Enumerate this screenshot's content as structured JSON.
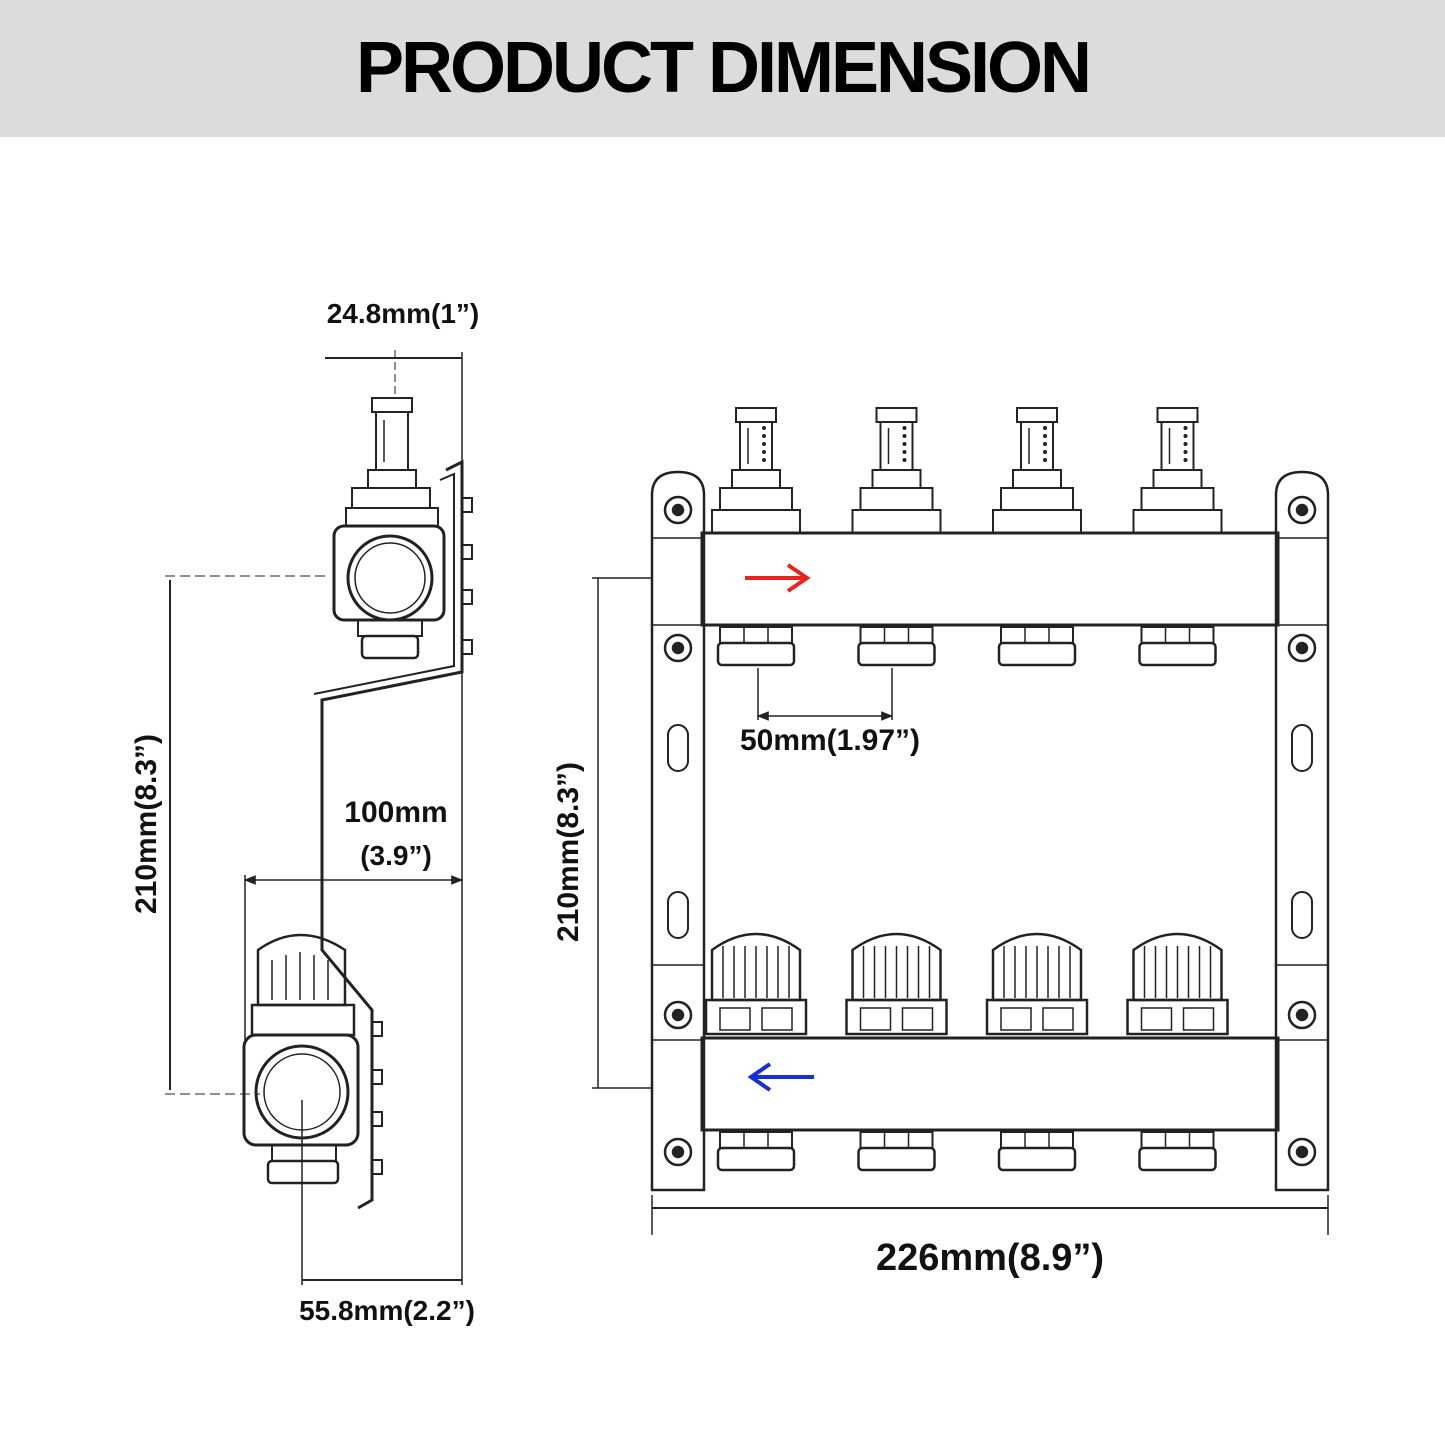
{
  "header": {
    "title": "PRODUCT DIMENSION"
  },
  "side_view": {
    "top_width": "24.8mm(1”)",
    "height": "210mm(8.3”)",
    "offset_line1": "100mm",
    "offset_line2": "(3.9”)",
    "bottom_width": "55.8mm(2.2”)"
  },
  "front_view": {
    "height": "210mm(8.3”)",
    "port_spacing": "50mm(1.97”)",
    "total_width": "226mm(8.9”)",
    "ports_per_bar": 4
  },
  "colors": {
    "supply_arrow": "#e8231e",
    "return_arrow": "#1530d8",
    "header_bg": "#dcdcdc"
  }
}
